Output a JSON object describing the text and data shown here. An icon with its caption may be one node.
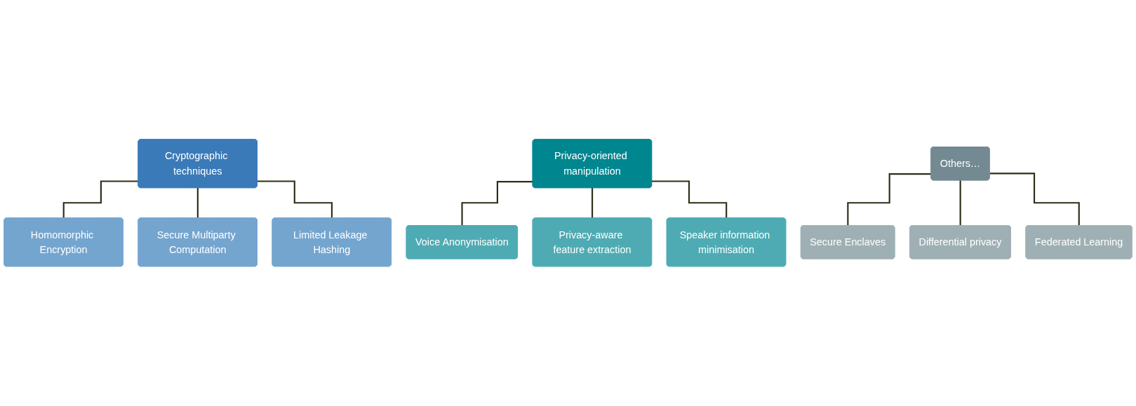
{
  "diagram": {
    "nodes": [
      {
        "text": [
          "Cryptographic techniques"
        ]
      },
      {
        "text": [
          "Homomorphic Encryption"
        ]
      },
      {
        "text": [
          "Secure Multiparty Computation"
        ]
      },
      {
        "text": [
          "Limited Leakage Hashing"
        ]
      },
      {
        "text": [
          "Privacy-oriented manipulation"
        ]
      },
      {
        "text": [
          "Voice Anonymisation"
        ]
      },
      {
        "text": [
          "Privacy-aware feature extraction"
        ]
      },
      {
        "text": [
          "Speaker information minimisation"
        ]
      },
      {
        "text": [
          "Others…"
        ]
      },
      {
        "text": [
          "Secure Enclaves"
        ]
      },
      {
        "text": [
          "Differential privacy"
        ]
      },
      {
        "text": [
          "Federated Learning"
        ]
      }
    ],
    "edges": [
      {
        "from": 0,
        "to": 1,
        "arrow": "none"
      },
      {
        "from": 0,
        "to": 2,
        "arrow": "none"
      },
      {
        "from": 0,
        "to": 3,
        "arrow": "none"
      },
      {
        "from": 4,
        "to": 5,
        "arrow": "none"
      },
      {
        "from": 4,
        "to": 6,
        "arrow": "none"
      },
      {
        "from": 4,
        "to": 7,
        "arrow": "none"
      },
      {
        "from": 8,
        "to": 9,
        "arrow": "none"
      },
      {
        "from": 8,
        "to": 10,
        "arrow": "none"
      },
      {
        "from": 8,
        "to": 11,
        "arrow": "none"
      }
    ]
  }
}
